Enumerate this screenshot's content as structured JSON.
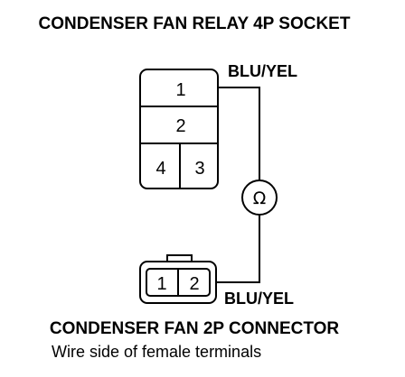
{
  "relay_socket": {
    "title": "CONDENSER FAN RELAY 4P SOCKET",
    "pins": [
      "1",
      "2",
      "4",
      "3"
    ],
    "wire_label": "BLU/YEL"
  },
  "meter": {
    "symbol": "Ω"
  },
  "fan_connector": {
    "title": "CONDENSER FAN 2P CONNECTOR",
    "subtitle": "Wire side of female terminals",
    "pins": [
      "1",
      "2"
    ],
    "wire_label": "BLU/YEL"
  }
}
